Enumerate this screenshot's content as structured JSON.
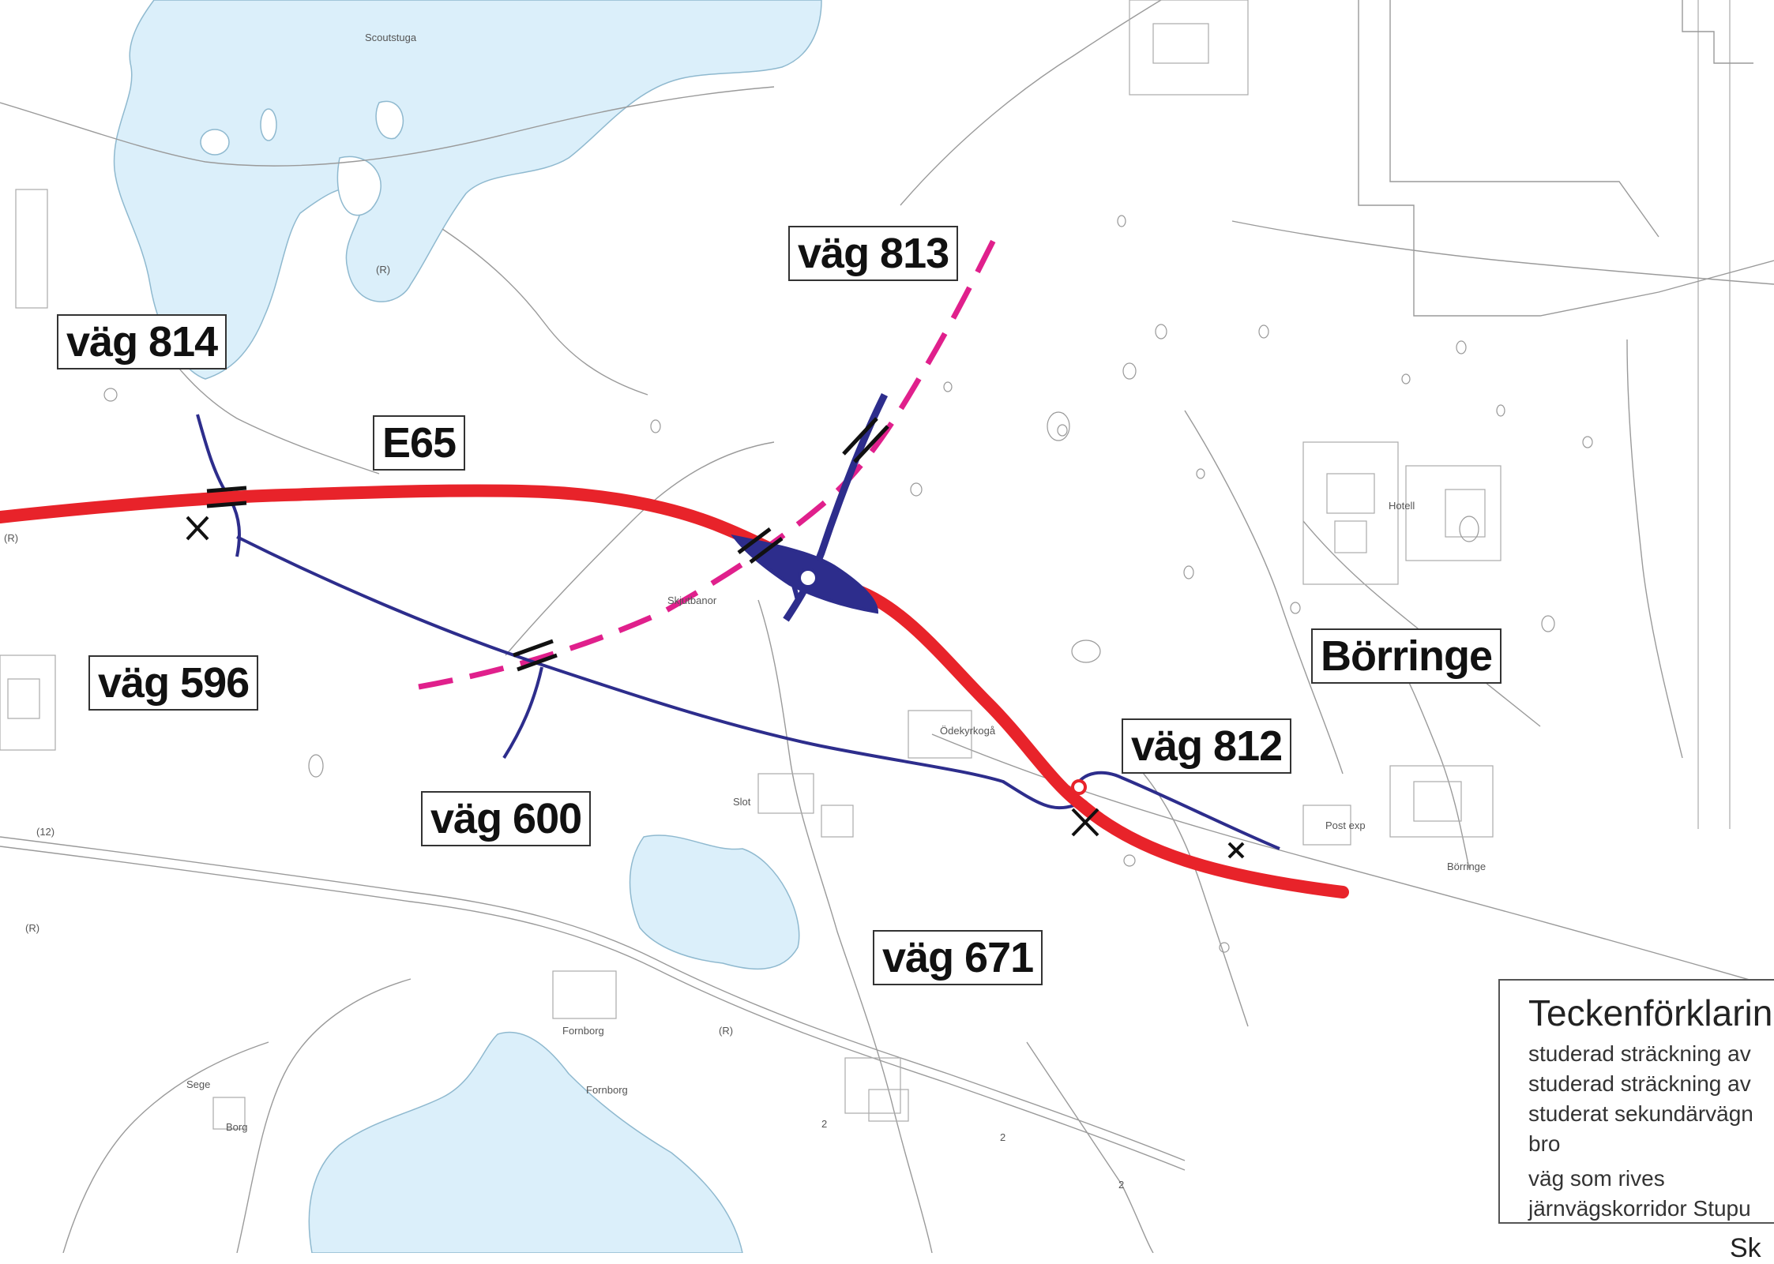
{
  "colors": {
    "water": "#dbeffa",
    "main_road": "#e8232a",
    "secondary_road": "#2d2d8c",
    "rail_corridor": "#e0208c",
    "base_lines": "#9a9a9a"
  },
  "labels": {
    "vag814": "väg 814",
    "e65": "E65",
    "vag813": "väg 813",
    "vag596": "väg 596",
    "vag600": "väg 600",
    "vag812": "väg 812",
    "vag671": "väg 671",
    "borringe": "Börringe"
  },
  "place_names": {
    "scoutstuga": "Scoutstuga",
    "skjutbanor": "Skjutbanor",
    "odekyrkoga": "Ödekyrkogå",
    "slot": "Slot",
    "post_exp": "Post exp",
    "borringe_small": "Börringe",
    "fornborg1": "Fornborg",
    "fornborg2": "Fornborg",
    "borg": "Borg",
    "sege": "Sege",
    "hotell": "Hotell",
    "r1": "(R)",
    "r2": "(R)",
    "r3": "(R)",
    "r4": "(R)",
    "num2a": "2",
    "num2b": "2",
    "num2c": "2",
    "num12": "(12)"
  },
  "legend": {
    "title": "Teckenförklarin",
    "items": [
      "studerad sträckning av",
      "studerad sträckning av",
      "studerat sekundärvägn",
      "bro",
      "väg som rives",
      "järnvägskorridor Stupu"
    ]
  },
  "corner_text": "Sk"
}
